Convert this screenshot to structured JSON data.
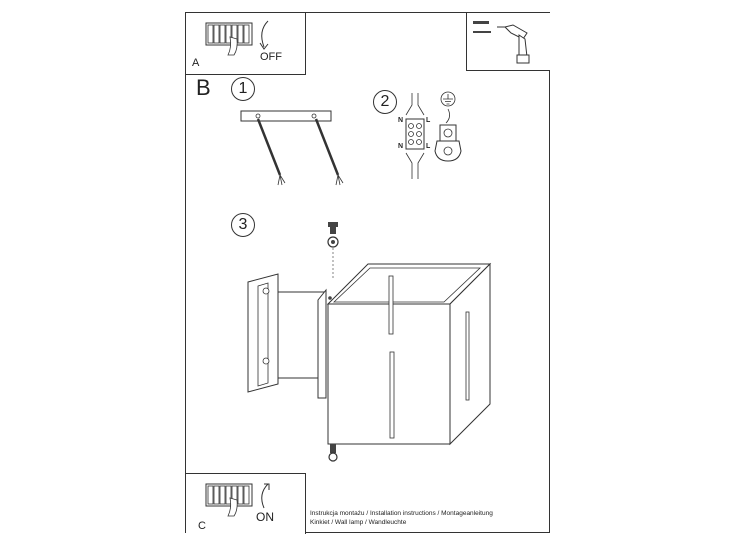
{
  "panels": {
    "a": {
      "letter": "A",
      "action": "OFF"
    },
    "b": {
      "letter": "B"
    },
    "c": {
      "letter": "C",
      "action": "ON"
    }
  },
  "steps": {
    "one": "1",
    "two": "2",
    "three": "3"
  },
  "wiring": {
    "left_top": "N",
    "right_top": "L",
    "left_bottom": "N",
    "right_bottom": "L"
  },
  "caption": {
    "line1": "Instrukcja montażu / Installation instructions / Montageanleitung",
    "line2": "Kinkiet  / Wall lamp / Wandleuchte"
  },
  "colors": {
    "line": "#333333",
    "fill_light": "#e6e6e6",
    "fill_dark": "#444444"
  }
}
